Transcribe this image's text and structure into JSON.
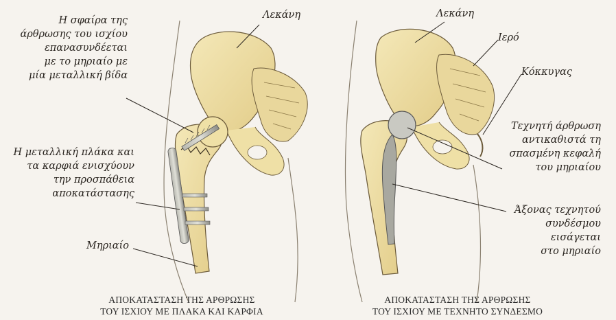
{
  "left_panel": {
    "labels": {
      "pelvis": "Λεκάνη",
      "screw": "Η σφαίρα της\nάρθρωσης του ισχίου\nεπανασυνδέεται\nμε το μηριαίο με\nμία μεταλλική βίδα",
      "plate": "Η μεταλλική πλάκα και\nτα καρφιά ενισχύουν\nτην προσπάθεια\nαποκατάστασης",
      "femur": "Μηριαίο"
    },
    "caption": "ΑΠΟΚΑΤΑΣΤΑΣΗ ΤΗΣ ΑΡΘΡΩΣΗΣ\nΤΟΥ ΙΣΧΙΟΥ ΜΕ ΠΛΑΚΑ ΚΑΙ ΚΑΡΦΙΑ"
  },
  "right_panel": {
    "labels": {
      "pelvis": "Λεκάνη",
      "sacrum": "Ιερό",
      "coccyx": "Κόκκυγας",
      "artificial_joint": "Τεχνητή άρθρωση\nαντικαθιστά τη\nσπασμένη κεφαλή\nτου μηριαίου",
      "stem": "Άξονας τεχνητού\nσυνδέσμου\nεισάγεται\nστο μηριαίο"
    },
    "caption": "ΑΠΟΚΑΤΑΣΤΑΣΗ ΤΗΣ ΑΡΘΡΩΣΗΣ\nΤΟΥ ΙΣΧΙΟΥ ΜΕ ΤΕΧΝΗΤΟ ΣΥΝΔΕΣΜΟ"
  },
  "colors": {
    "bone": "#efe0a6",
    "bone_shade": "#d9c27a",
    "outline": "#6b5a3a",
    "metal": "#9a9a94",
    "body_outline": "#8a8070",
    "label_text": "#2a2520"
  }
}
